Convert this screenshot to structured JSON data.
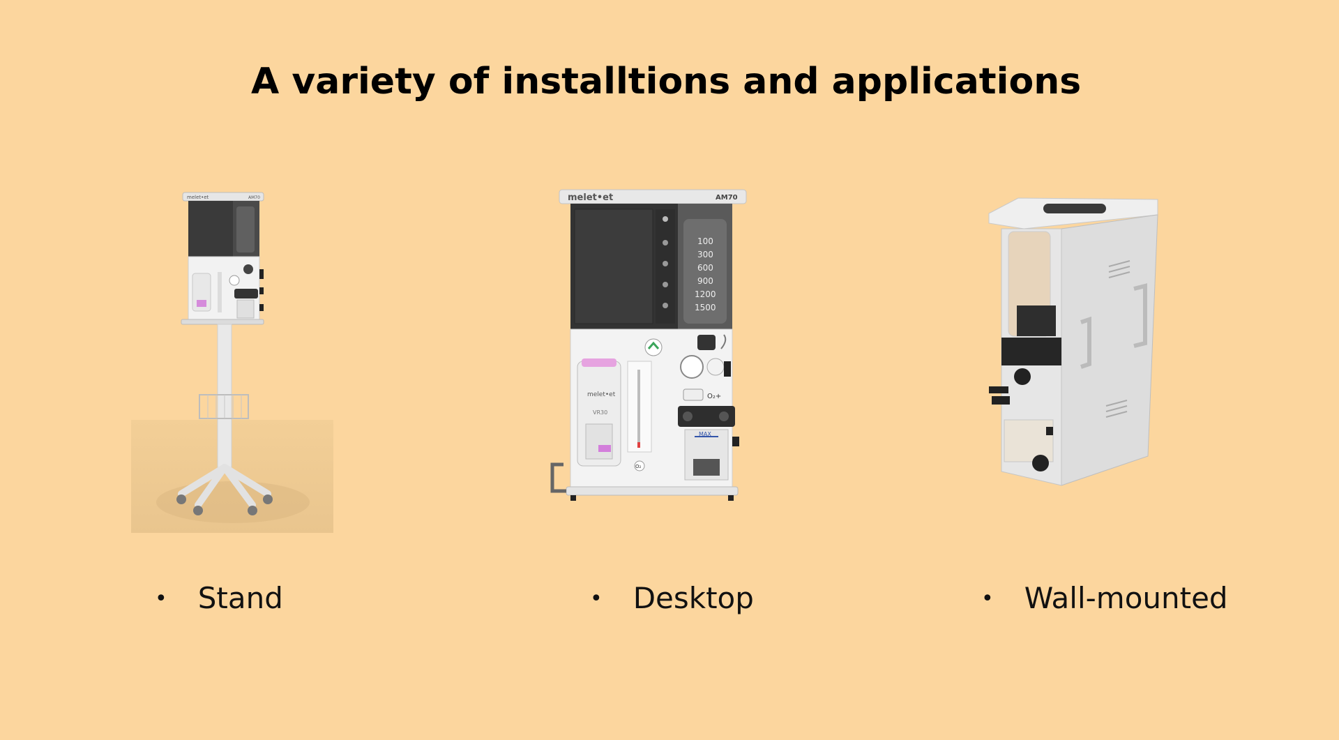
{
  "slide": {
    "title": "A variety of installtions and applications",
    "background_color": "#FCD69E"
  },
  "products": [
    {
      "label": "Stand",
      "bullet": "•",
      "brand_mark": "melet•et",
      "model": "AM70",
      "icon": "anesthesia-machine-on-stand"
    },
    {
      "label": "Desktop",
      "bullet": "•",
      "brand_mark": "melet•et",
      "model": "AM70",
      "vaporizer_mark": "melet•et",
      "vaporizer_model": "VR30",
      "scale_values": [
        "100",
        "300",
        "600",
        "900",
        "1200",
        "1500"
      ],
      "gauge_marker": "MAX",
      "gas_label": "O₂+",
      "gas_label_small": "O₂",
      "icon": "anesthesia-machine-desktop"
    },
    {
      "label": "Wall-mounted",
      "bullet": "•",
      "icon": "anesthesia-machine-wall-mounted"
    }
  ]
}
